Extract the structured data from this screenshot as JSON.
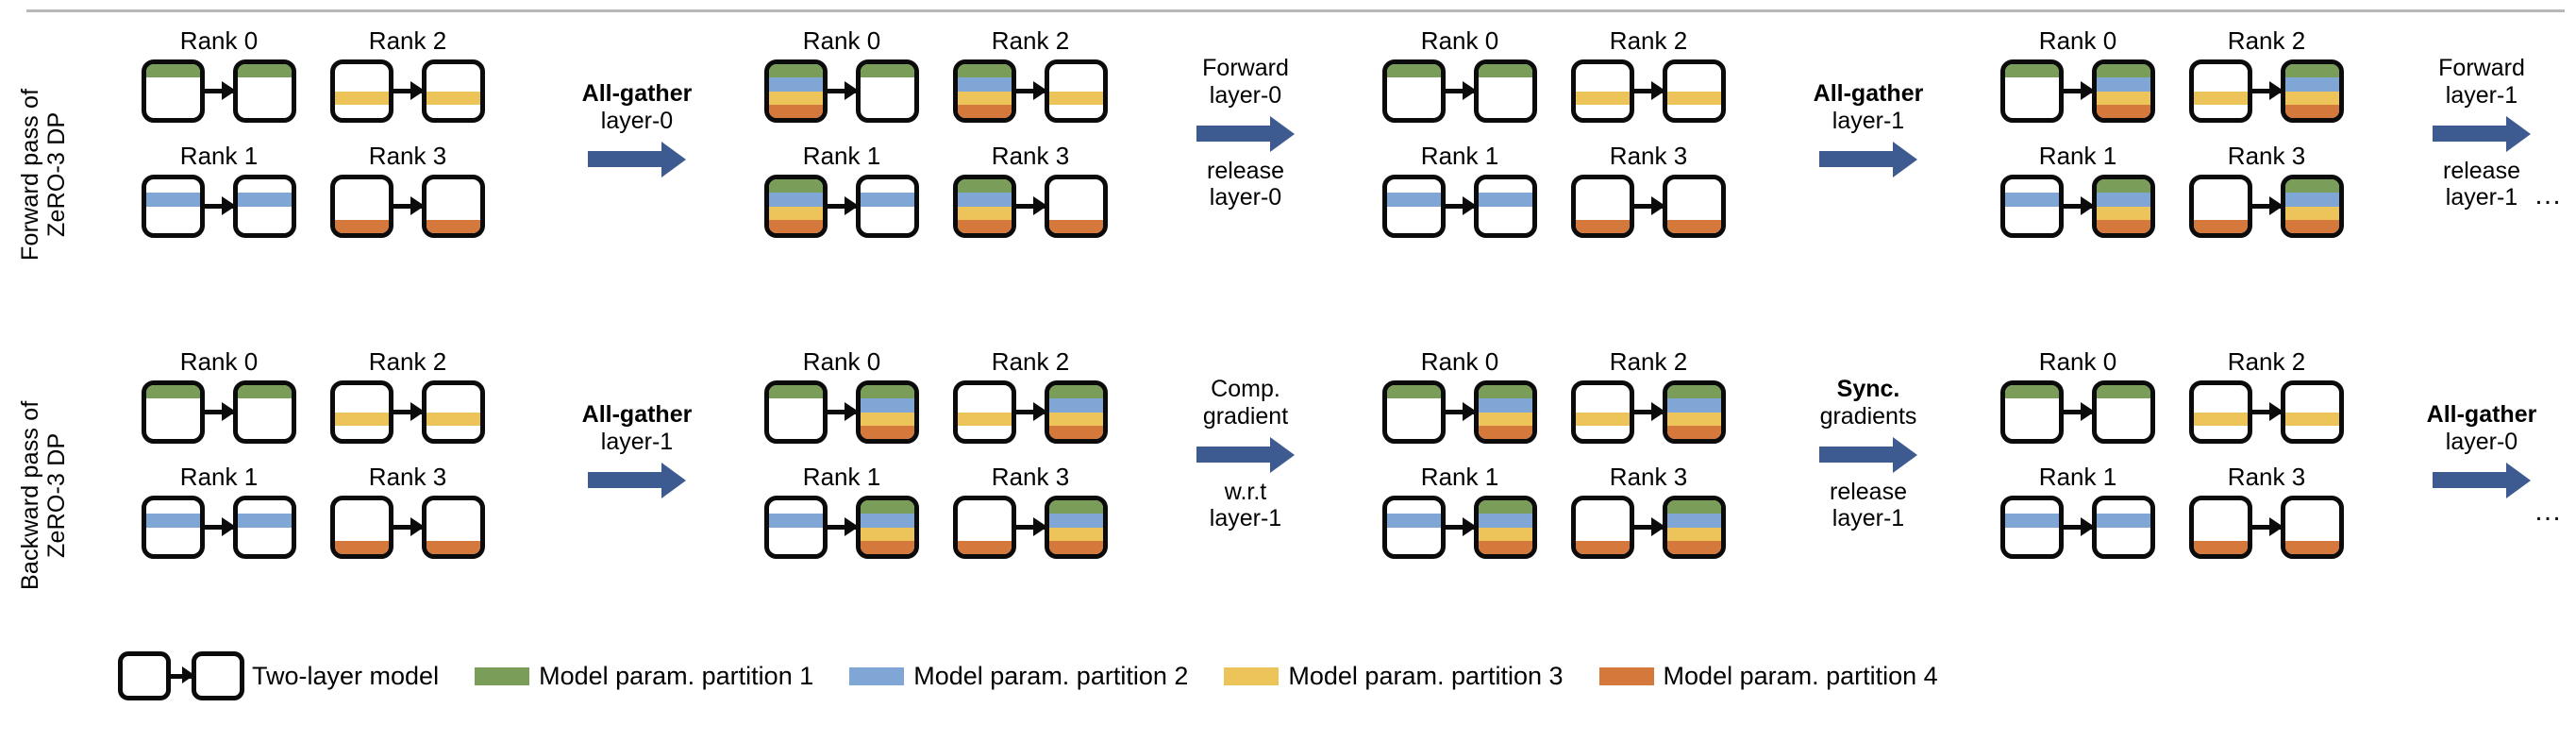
{
  "colors": {
    "partition1": "#7a9e5a",
    "partition2": "#7fa6d4",
    "partition3": "#edc45a",
    "partition4": "#d4783c",
    "arrow_blue": "#3d5b91",
    "box_border": "#0b0b0b",
    "rule": "#b8b8b8"
  },
  "rows": [
    {
      "side_label": "Forward pass of\nZeRO-3 DP",
      "stages": [
        {
          "ranks": [
            {
              "label": "Rank 0",
              "left_box": [
                "p1",
                "",
                "",
                ""
              ],
              "right_box": [
                "p1",
                "",
                "",
                ""
              ]
            },
            {
              "label": "Rank 2",
              "left_box": [
                "",
                "",
                "p3",
                ""
              ],
              "right_box": [
                "",
                "",
                "p3",
                ""
              ]
            },
            {
              "label": "Rank 1",
              "left_box": [
                "",
                "p2",
                "",
                ""
              ],
              "right_box": [
                "",
                "p2",
                "",
                ""
              ]
            },
            {
              "label": "Rank 3",
              "left_box": [
                "",
                "",
                "",
                "p4"
              ],
              "right_box": [
                "",
                "",
                "",
                "p4"
              ]
            }
          ]
        },
        {
          "ranks": [
            {
              "label": "Rank 0",
              "left_box": [
                "p1",
                "p2",
                "p3",
                "p4"
              ],
              "right_box": [
                "p1",
                "",
                "",
                ""
              ]
            },
            {
              "label": "Rank 2",
              "left_box": [
                "p1",
                "p2",
                "p3",
                "p4"
              ],
              "right_box": [
                "",
                "",
                "p3",
                ""
              ]
            },
            {
              "label": "Rank 1",
              "left_box": [
                "p1",
                "p2",
                "p3",
                "p4"
              ],
              "right_box": [
                "",
                "p2",
                "",
                ""
              ]
            },
            {
              "label": "Rank 3",
              "left_box": [
                "p1",
                "p2",
                "p3",
                "p4"
              ],
              "right_box": [
                "",
                "",
                "",
                "p4"
              ]
            }
          ]
        },
        {
          "ranks": [
            {
              "label": "Rank 0",
              "left_box": [
                "p1",
                "",
                "",
                ""
              ],
              "right_box": [
                "p1",
                "",
                "",
                ""
              ]
            },
            {
              "label": "Rank 2",
              "left_box": [
                "",
                "",
                "p3",
                ""
              ],
              "right_box": [
                "",
                "",
                "p3",
                ""
              ]
            },
            {
              "label": "Rank 1",
              "left_box": [
                "",
                "p2",
                "",
                ""
              ],
              "right_box": [
                "",
                "p2",
                "",
                ""
              ]
            },
            {
              "label": "Rank 3",
              "left_box": [
                "",
                "",
                "",
                "p4"
              ],
              "right_box": [
                "",
                "",
                "",
                "p4"
              ]
            }
          ]
        },
        {
          "ranks": [
            {
              "label": "Rank 0",
              "left_box": [
                "p1",
                "",
                "",
                ""
              ],
              "right_box": [
                "p1",
                "p2",
                "p3",
                "p4"
              ]
            },
            {
              "label": "Rank 2",
              "left_box": [
                "",
                "",
                "p3",
                ""
              ],
              "right_box": [
                "p1",
                "p2",
                "p3",
                "p4"
              ]
            },
            {
              "label": "Rank 1",
              "left_box": [
                "",
                "p2",
                "",
                ""
              ],
              "right_box": [
                "p1",
                "p2",
                "p3",
                "p4"
              ]
            },
            {
              "label": "Rank 3",
              "left_box": [
                "",
                "",
                "",
                "p4"
              ],
              "right_box": [
                "p1",
                "p2",
                "p3",
                "p4"
              ]
            }
          ]
        }
      ],
      "transitions": [
        {
          "above": [
            "All-gather",
            "layer-0"
          ],
          "bold_first": true,
          "below": []
        },
        {
          "above": [
            "Forward",
            "layer-0"
          ],
          "bold_first": false,
          "below": [
            "release",
            "layer-0"
          ]
        },
        {
          "above": [
            "All-gather",
            "layer-1"
          ],
          "bold_first": true,
          "below": []
        },
        {
          "above": [
            "Forward",
            "layer-1"
          ],
          "bold_first": false,
          "below": [
            "release",
            "layer-1"
          ]
        }
      ],
      "tail": "…"
    },
    {
      "side_label": "Backward pass of\nZeRO-3 DP",
      "stages": [
        {
          "ranks": [
            {
              "label": "Rank 0",
              "left_box": [
                "p1",
                "",
                "",
                ""
              ],
              "right_box": [
                "p1",
                "",
                "",
                ""
              ]
            },
            {
              "label": "Rank 2",
              "left_box": [
                "",
                "",
                "p3",
                ""
              ],
              "right_box": [
                "",
                "",
                "p3",
                ""
              ]
            },
            {
              "label": "Rank 1",
              "left_box": [
                "",
                "p2",
                "",
                ""
              ],
              "right_box": [
                "",
                "p2",
                "",
                ""
              ]
            },
            {
              "label": "Rank 3",
              "left_box": [
                "",
                "",
                "",
                "p4"
              ],
              "right_box": [
                "",
                "",
                "",
                "p4"
              ]
            }
          ]
        },
        {
          "ranks": [
            {
              "label": "Rank 0",
              "left_box": [
                "p1",
                "",
                "",
                ""
              ],
              "right_box": [
                "p1",
                "p2",
                "p3",
                "p4"
              ]
            },
            {
              "label": "Rank 2",
              "left_box": [
                "",
                "",
                "p3",
                ""
              ],
              "right_box": [
                "p1",
                "p2",
                "p3",
                "p4"
              ]
            },
            {
              "label": "Rank 1",
              "left_box": [
                "",
                "p2",
                "",
                ""
              ],
              "right_box": [
                "p1",
                "p2",
                "p3",
                "p4"
              ]
            },
            {
              "label": "Rank 3",
              "left_box": [
                "",
                "",
                "",
                "p4"
              ],
              "right_box": [
                "p1",
                "p2",
                "p3",
                "p4"
              ]
            }
          ]
        },
        {
          "ranks": [
            {
              "label": "Rank 0",
              "left_box": [
                "p1",
                "",
                "",
                ""
              ],
              "right_box": [
                "p1",
                "p2",
                "p3",
                "p4"
              ]
            },
            {
              "label": "Rank 2",
              "left_box": [
                "",
                "",
                "p3",
                ""
              ],
              "right_box": [
                "p1",
                "p2",
                "p3",
                "p4"
              ]
            },
            {
              "label": "Rank 1",
              "left_box": [
                "",
                "p2",
                "",
                ""
              ],
              "right_box": [
                "p1",
                "p2",
                "p3",
                "p4"
              ]
            },
            {
              "label": "Rank 3",
              "left_box": [
                "",
                "",
                "",
                "p4"
              ],
              "right_box": [
                "p1",
                "p2",
                "p3",
                "p4"
              ]
            }
          ]
        },
        {
          "ranks": [
            {
              "label": "Rank 0",
              "left_box": [
                "p1",
                "",
                "",
                ""
              ],
              "right_box": [
                "p1",
                "",
                "",
                ""
              ]
            },
            {
              "label": "Rank 2",
              "left_box": [
                "",
                "",
                "p3",
                ""
              ],
              "right_box": [
                "",
                "",
                "p3",
                ""
              ]
            },
            {
              "label": "Rank 1",
              "left_box": [
                "",
                "p2",
                "",
                ""
              ],
              "right_box": [
                "",
                "p2",
                "",
                ""
              ]
            },
            {
              "label": "Rank 3",
              "left_box": [
                "",
                "",
                "",
                "p4"
              ],
              "right_box": [
                "",
                "",
                "",
                "p4"
              ]
            }
          ]
        }
      ],
      "transitions": [
        {
          "above": [
            "All-gather",
            "layer-1"
          ],
          "bold_first": true,
          "below": []
        },
        {
          "above": [
            "Comp.",
            "gradient"
          ],
          "bold_first": false,
          "below": [
            "w.r.t",
            "layer-1"
          ]
        },
        {
          "above": [
            "Sync.",
            "gradients"
          ],
          "bold_first": true,
          "below": [
            "release",
            "layer-1"
          ]
        },
        {
          "above": [
            "All-gather",
            "layer-0"
          ],
          "bold_first": true,
          "below": []
        }
      ],
      "tail": "…"
    }
  ],
  "legend": {
    "model_label": "Two-layer model",
    "items": [
      {
        "color_key": "p1",
        "label": "Model param. partition 1"
      },
      {
        "color_key": "p2",
        "label": "Model param. partition 2"
      },
      {
        "color_key": "p3",
        "label": "Model param. partition 3"
      },
      {
        "color_key": "p4",
        "label": "Model param. partition 4"
      }
    ]
  }
}
